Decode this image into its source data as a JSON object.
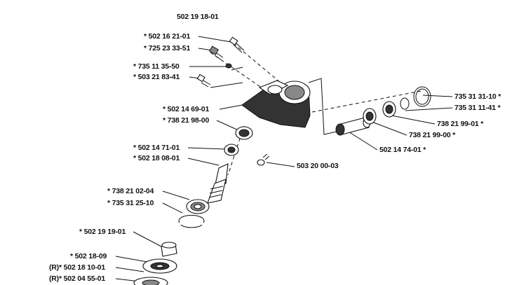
{
  "diagram": {
    "title": "502 19 18-01",
    "callouts": [
      {
        "id": "c1",
        "prefix": "*",
        "code": "502 16 21-01"
      },
      {
        "id": "c2",
        "prefix": "*",
        "code": "725 23 33-51"
      },
      {
        "id": "c3",
        "prefix": "*",
        "code": "735 11 35-50"
      },
      {
        "id": "c4",
        "prefix": "*",
        "code": "503 21 83-41"
      },
      {
        "id": "c5",
        "prefix": "*",
        "code": "502 14 69-01"
      },
      {
        "id": "c6",
        "prefix": "*",
        "code": "738 21 98-00"
      },
      {
        "id": "c7",
        "prefix": "*",
        "code": "502 14 71-01"
      },
      {
        "id": "c8",
        "prefix": "*",
        "code": "502 18 08-01"
      },
      {
        "id": "c9",
        "prefix": "",
        "code": "503 20 00-03"
      },
      {
        "id": "c10",
        "prefix": "*",
        "code": "738 21 02-04"
      },
      {
        "id": "c11",
        "prefix": "*",
        "code": "735 31 25-10"
      },
      {
        "id": "c12",
        "prefix": "*",
        "code": "502 19 19-01"
      },
      {
        "id": "c13",
        "prefix": "*",
        "code": "502 18-09"
      },
      {
        "id": "c14",
        "prefix": "(R)*",
        "code": "502 18 10-01"
      },
      {
        "id": "c15",
        "prefix": "(R)*",
        "code": "502 04 55-01"
      },
      {
        "id": "c16",
        "prefix": "*",
        "code": "735 31 31-10",
        "suffix_star": true
      },
      {
        "id": "c17",
        "prefix": "*",
        "code": "735 31 11-41",
        "suffix_star": true
      },
      {
        "id": "c18",
        "prefix": "*",
        "code": "738 21 99-01",
        "suffix_star": true
      },
      {
        "id": "c19",
        "prefix": "*",
        "code": "738 21 99-00",
        "suffix_star": true
      },
      {
        "id": "c20",
        "prefix": "",
        "code": "502 14 74-01",
        "suffix_star": true
      }
    ],
    "labels_text": {
      "c1": "*  502 16 21-01",
      "c2": "*  725 23 33-51",
      "c3": "*  735 11 35-50",
      "c4": "*  503 21 83-41",
      "c5": "*  502 14 69-01",
      "c6": "*  738 21 98-00",
      "c7": "*  502 14 71-01",
      "c8": "*  502 18 08-01",
      "c9": "503 20 00-03",
      "c10": "*  738 21 02-04",
      "c11": "*  735 31 25-10",
      "c12": "*  502 19 19-01",
      "c13": "*  502 18-09",
      "c14": "(R)*  502 18 10-01",
      "c15": "(R)*  502 04 55-01",
      "c16": "735 31 31-10  *",
      "c17": "735 31 11-41  *",
      "c18": "738 21 99-01  *",
      "c19": "738 21 99-00  *",
      "c20": "502 14 74-01  *"
    }
  }
}
